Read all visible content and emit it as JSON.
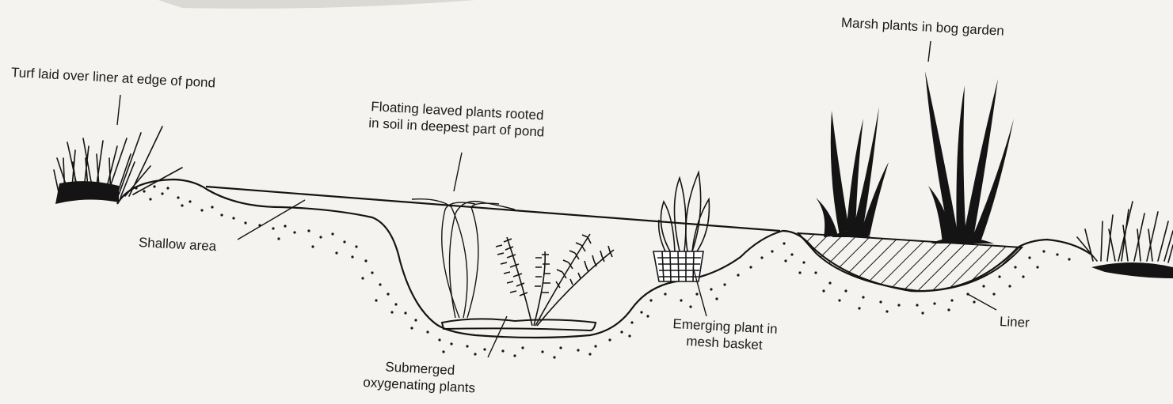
{
  "labels": {
    "turf": "Turf laid over liner at edge of pond",
    "floating_line1": "Floating leaved plants rooted",
    "floating_line2": "in soil in deepest part of pond",
    "marsh": "Marsh plants in bog garden",
    "shallow": "Shallow area",
    "submerged_line1": "Submerged",
    "submerged_line2": "oxygenating plants",
    "emerging_line1": "Emerging plant in",
    "emerging_line2": "mesh basket",
    "liner": "Liner"
  },
  "colors": {
    "background": "#f4f3f0",
    "ink": "#141414"
  }
}
